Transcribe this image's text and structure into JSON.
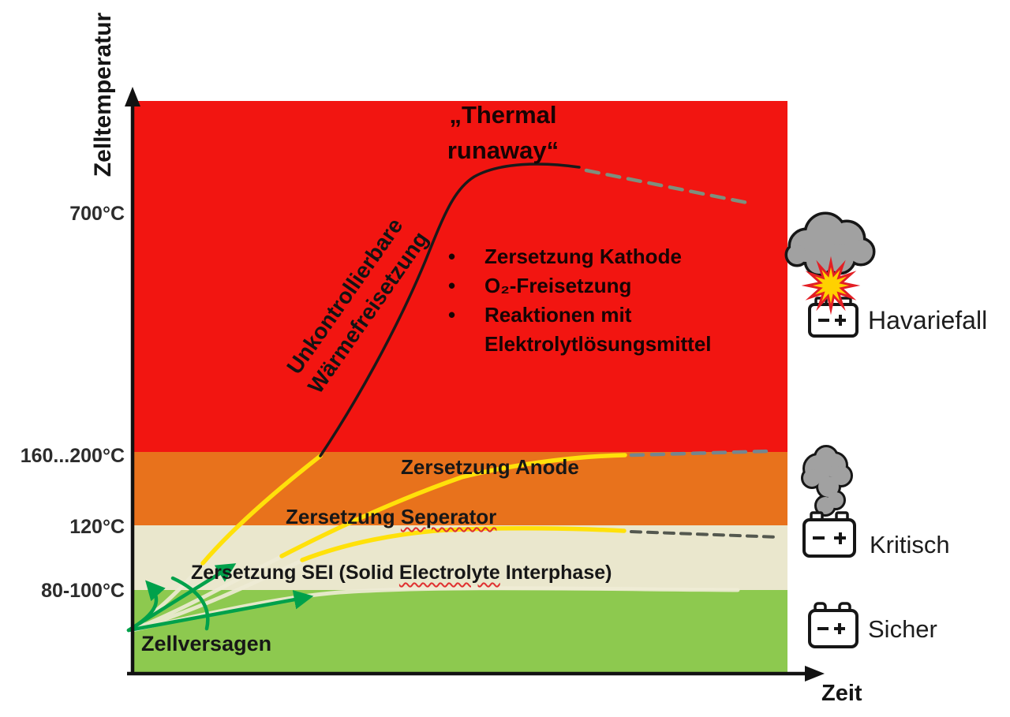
{
  "figure": {
    "y_axis_label": "Zelltemperatur",
    "x_axis_label": "Zeit",
    "ticks": {
      "t700": "700°C",
      "t160_200": "160...200°C",
      "t120": "120°C",
      "t80_100": "80-100°C"
    }
  },
  "red_zone": {
    "title_line1": "„Thermal",
    "title_line2": "runaway“",
    "rotated_line1": "Unkontrollierbare",
    "rotated_line2": "Wärmefreisetzung",
    "bullets": [
      "Zersetzung Kathode",
      "O₂-Freisetzung",
      "Reaktionen mit Elektrolytlösungsmittel"
    ]
  },
  "curve_labels": {
    "anode": "Zersetzung Anode",
    "seperator_pre": "Zersetzung ",
    "seperator_wavy": "Seperator",
    "sei_pre": "Zersetzung SEI (Solid ",
    "sei_wavy": "Electrolyte",
    "sei_post": " Interphase)",
    "zellversagen": "Zellversagen"
  },
  "legend": {
    "havariefall": "Havariefall",
    "kritisch": "Kritisch",
    "sicher": "Sicher"
  },
  "colors": {
    "zone_red": "#F21511",
    "zone_orange": "#E8721C",
    "zone_beige": "#EAE7CD",
    "zone_green": "#8DC94F",
    "curve_yellow": "#FFE10A",
    "curve_black": "#1a1a1a",
    "arrow_green": "#00A14B",
    "dash_runaway": "#7E8F7E",
    "dash_anode": "#74868F",
    "dash_seperator": "#54584F",
    "ghost_curve": "#EFECD6",
    "explosion_red": "#E31E24",
    "explosion_yellow": "#FFD100",
    "smoke_gray": "#A1A1A1"
  }
}
